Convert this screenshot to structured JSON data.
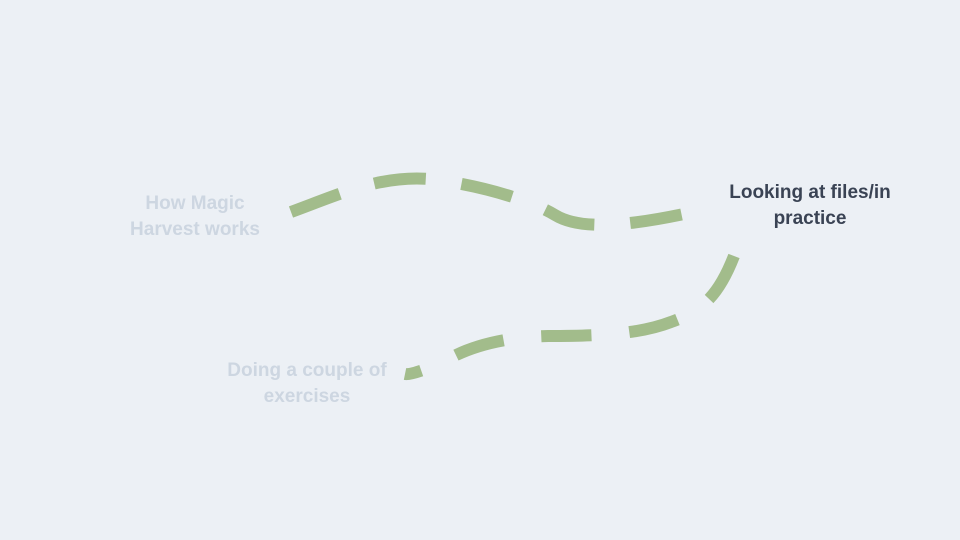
{
  "steps": [
    {
      "label": "How Magic Harvest works",
      "state": "muted"
    },
    {
      "label": "Looking at files/in practice",
      "state": "active"
    },
    {
      "label": "Doing a couple of exercises",
      "state": "muted"
    }
  ],
  "colors": {
    "background": "#ECF0F5",
    "path": "#A2BC8B",
    "muted_text": "#CDD6E1",
    "active_text": "#3A4354"
  }
}
